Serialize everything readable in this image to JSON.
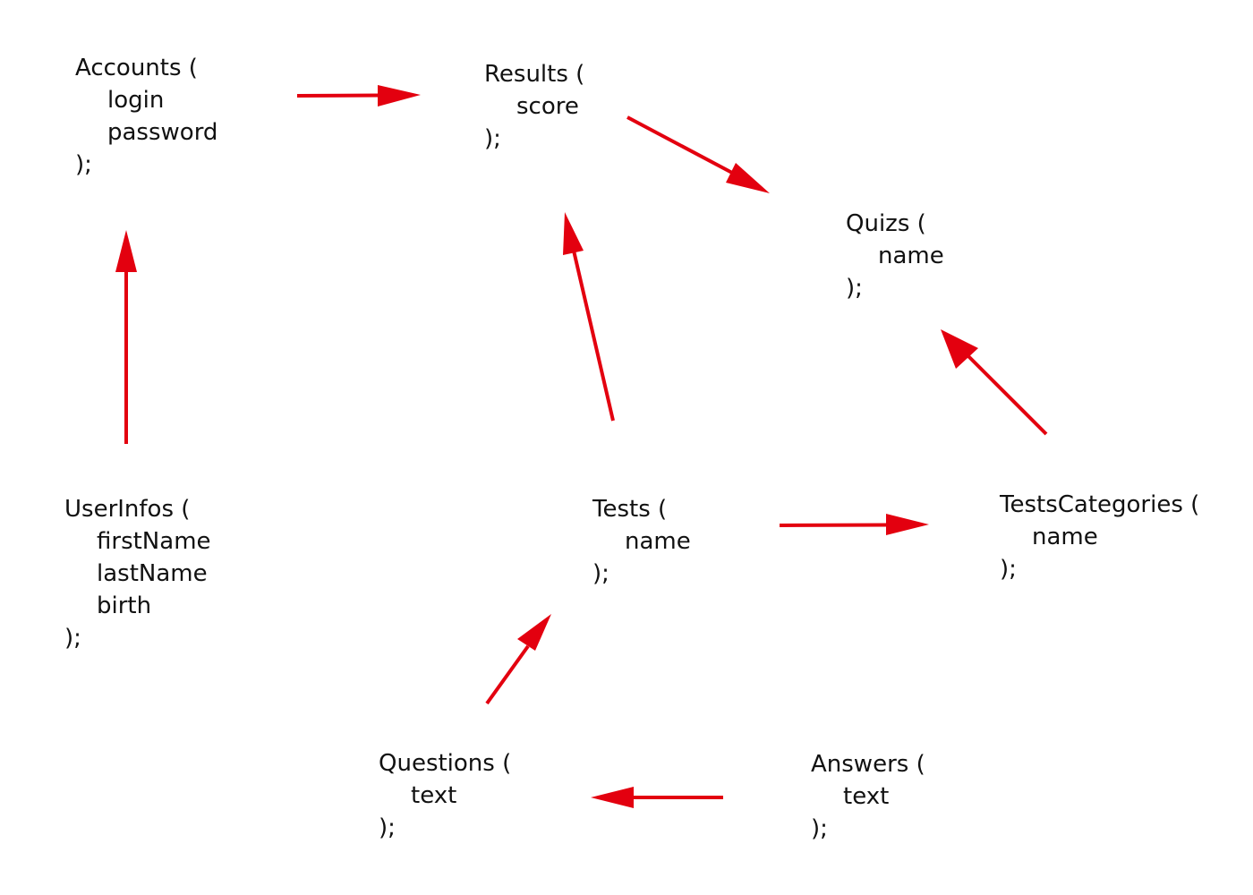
{
  "colors": {
    "arrow": "#e3000f",
    "text": "#111111",
    "background": "#ffffff"
  },
  "entities": {
    "accounts": {
      "name": "Accounts",
      "open": "(",
      "fields": [
        "login",
        "password"
      ],
      "close": ");"
    },
    "results": {
      "name": "Results",
      "open": "(",
      "fields": [
        "score"
      ],
      "close": ");"
    },
    "quizs": {
      "name": "Quizs",
      "open": "(",
      "fields": [
        "name"
      ],
      "close": ");"
    },
    "userinfos": {
      "name": "UserInfos",
      "open": "(",
      "fields": [
        "firstName",
        "lastName",
        "birth"
      ],
      "close": ");"
    },
    "tests": {
      "name": "Tests",
      "open": "(",
      "fields": [
        "name"
      ],
      "close": ");"
    },
    "testscategories": {
      "name": "TestsCategories",
      "open": "(",
      "fields": [
        "name"
      ],
      "close": ");"
    },
    "questions": {
      "name": "Questions",
      "open": "(",
      "fields": [
        "text"
      ],
      "close": ");"
    },
    "answers": {
      "name": "Answers",
      "open": "(",
      "fields": [
        "text"
      ],
      "close": ");"
    }
  },
  "relations": [
    {
      "from": "accounts",
      "to": "results"
    },
    {
      "from": "results",
      "to": "quizs"
    },
    {
      "from": "userinfos",
      "to": "accounts"
    },
    {
      "from": "tests",
      "to": "results"
    },
    {
      "from": "testscategories",
      "to": "quizs"
    },
    {
      "from": "tests",
      "to": "testscategories"
    },
    {
      "from": "questions",
      "to": "tests"
    },
    {
      "from": "answers",
      "to": "questions"
    }
  ]
}
